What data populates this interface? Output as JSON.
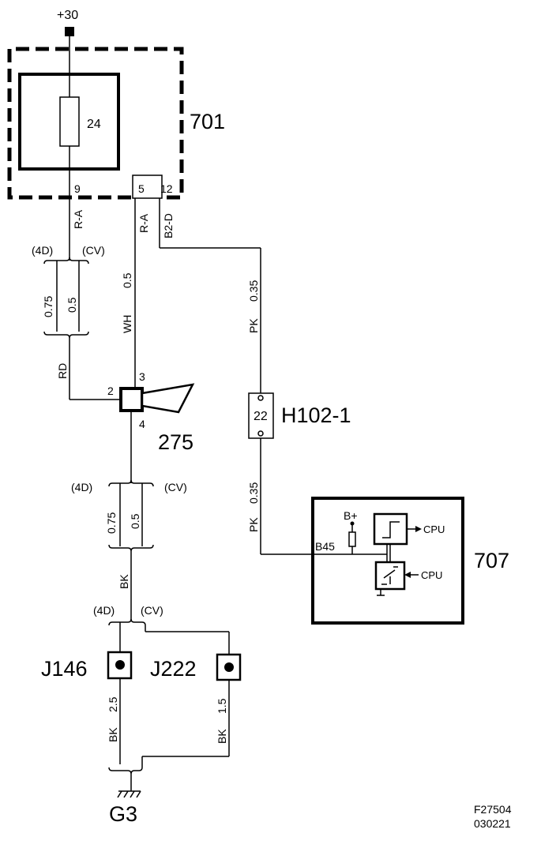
{
  "supply": {
    "label": "+30"
  },
  "modules": {
    "m701": {
      "label": "701",
      "fuse": "24",
      "pins": [
        "9",
        "5",
        "12"
      ]
    },
    "m275": {
      "label": "275",
      "pins": [
        "3",
        "2",
        "4"
      ]
    },
    "h102": {
      "label": "H102-1",
      "pin": "22"
    },
    "m707": {
      "label": "707",
      "pin": "B45",
      "bplus": "B+",
      "cpu1": "CPU",
      "cpu2": "CPU"
    }
  },
  "wires": {
    "w9_color": "R-A",
    "w5_color": "R-A",
    "w12_color": "B2-D",
    "wh": "WH",
    "wh_size": "0.5",
    "rd": "RD",
    "pk1": "PK",
    "pk1_size": "0.35",
    "pk2": "PK",
    "pk2_size": "0.35",
    "bk": "BK",
    "bk25": "BK",
    "bk25_size": "2.5",
    "bk15": "BK",
    "bk15_size": "1.5"
  },
  "variants": {
    "a": {
      "v4d": "(4D)",
      "vcv": "(CV)",
      "s4d": "0.75",
      "scv": "0.5"
    },
    "b": {
      "v4d": "(4D)",
      "vcv": "(CV)",
      "s4d": "0.75",
      "scv": "0.5"
    },
    "c": {
      "v4d": "(4D)",
      "vcv": "(CV)"
    }
  },
  "splices": {
    "j146": "J146",
    "j222": "J222"
  },
  "ground": {
    "label": "G3"
  },
  "footer": {
    "code": "F27504",
    "date": "030221"
  }
}
